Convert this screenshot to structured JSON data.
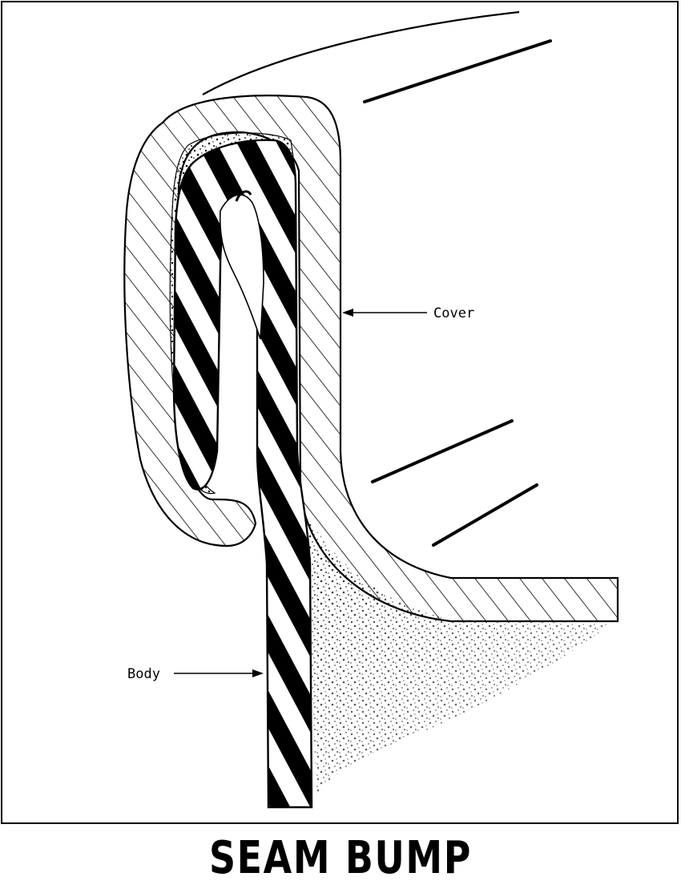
{
  "diagram": {
    "caption": "SEAM BUMP",
    "labels": {
      "cover": "Cover",
      "body": "Body"
    }
  },
  "colors": {
    "ink": "#000000",
    "paper": "#ffffff"
  }
}
